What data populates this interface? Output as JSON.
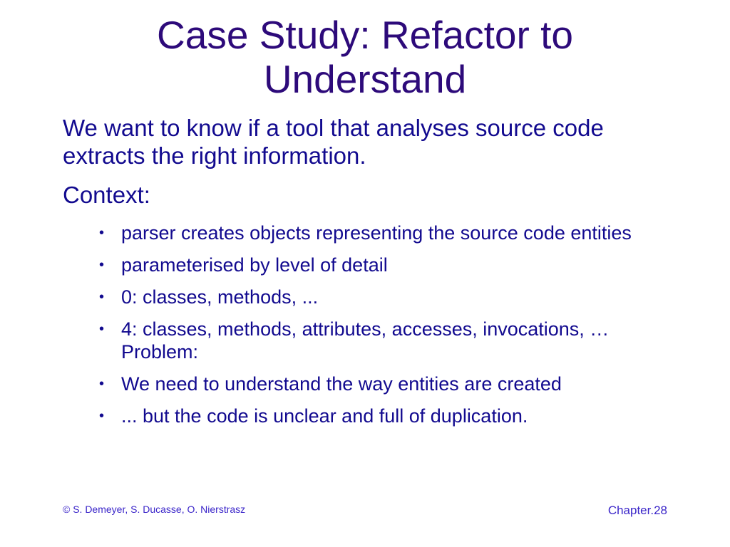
{
  "slide": {
    "title_line1": "Case Study: Refactor to",
    "title_line2": "Understand",
    "intro": "We want to know if a tool that analyses source code extracts the right information.",
    "context_label": "Context:",
    "bullet_glyph": "•",
    "bullets": [
      "parser creates objects representing the source code entities",
      "parameterised by level of detail",
      "0: classes, methods, ...",
      "4: classes, methods, attributes, accesses, invocations, …Problem:",
      "We need to understand the way entities are created",
      "... but the code is unclear and full of duplication."
    ]
  },
  "footer": {
    "copyright": "© S. Demeyer, S. Ducasse, O. Nierstrasz",
    "page_label": "Chapter.28"
  },
  "colors": {
    "title": "#2d0a7a",
    "body": "#120a8f",
    "footer": "#3a25c9",
    "background": "#ffffff"
  }
}
